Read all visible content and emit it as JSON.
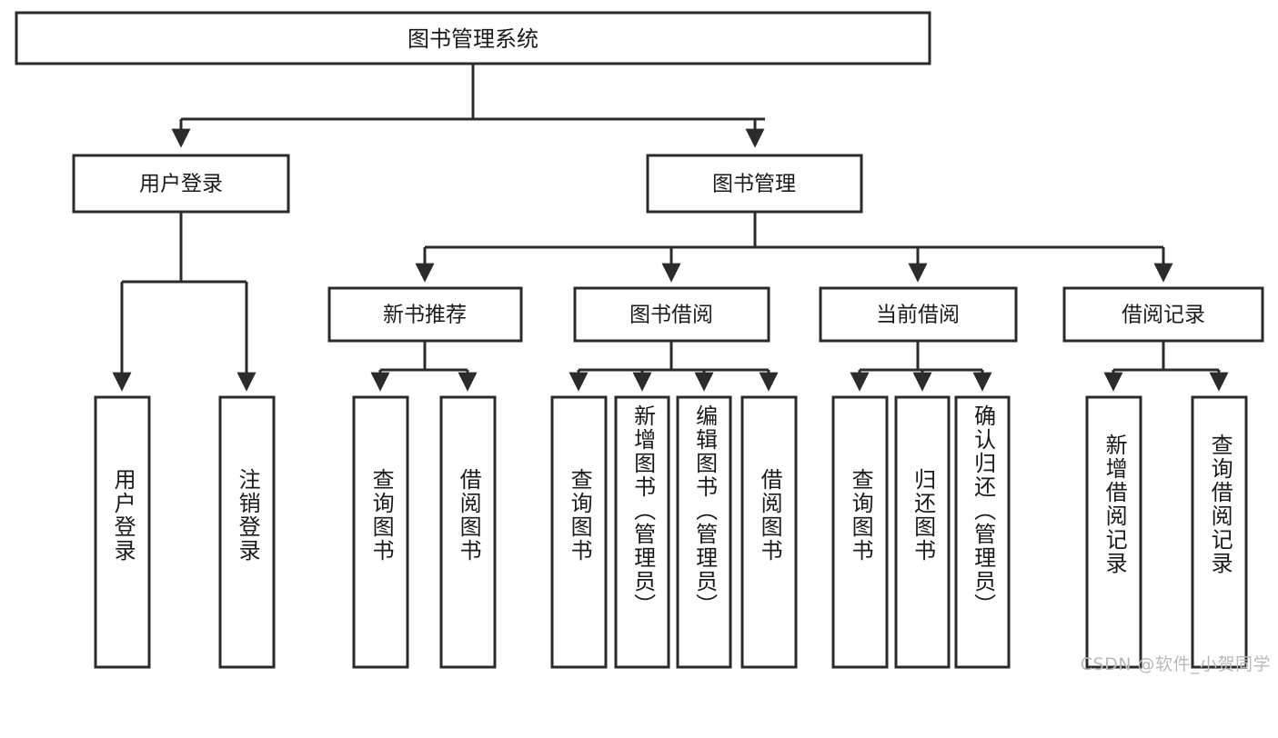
{
  "diagram": {
    "title": "图书管理系统",
    "type": "tree-hierarchy",
    "watermark": "CSDN @软件_小贺同学",
    "colors": {
      "stroke": "#2b2b2b",
      "fill": "#ffffff",
      "text": "#1a1a1a",
      "watermark": "#b9b9b9"
    },
    "levels": {
      "root": {
        "label": "图书管理系统"
      },
      "level2": [
        {
          "id": "user-login",
          "label": "用户登录"
        },
        {
          "id": "book-manage",
          "label": "图书管理"
        }
      ],
      "level3": [
        {
          "id": "new-book-rec",
          "label": "新书推荐",
          "parent": "book-manage"
        },
        {
          "id": "book-borrow",
          "label": "图书借阅",
          "parent": "book-manage"
        },
        {
          "id": "current-borrow",
          "label": "当前借阅",
          "parent": "book-manage"
        },
        {
          "id": "borrow-record",
          "label": "借阅记录",
          "parent": "book-manage"
        }
      ],
      "leaves": [
        {
          "id": "leaf-user-login",
          "label": "用户登录",
          "parent": "user-login"
        },
        {
          "id": "leaf-logout",
          "label": "注销登录",
          "parent": "user-login"
        },
        {
          "id": "leaf-query-book-1",
          "label": "查询图书",
          "parent": "new-book-rec"
        },
        {
          "id": "leaf-borrow-book-1",
          "label": "借阅图书",
          "parent": "new-book-rec"
        },
        {
          "id": "leaf-query-book-2",
          "label": "查询图书",
          "parent": "book-borrow"
        },
        {
          "id": "leaf-add-book",
          "label": "新增图书（管理员）",
          "parent": "book-borrow"
        },
        {
          "id": "leaf-edit-book",
          "label": "编辑图书（管理员）",
          "parent": "book-borrow"
        },
        {
          "id": "leaf-borrow-book-2",
          "label": "借阅图书",
          "parent": "book-borrow"
        },
        {
          "id": "leaf-query-book-3",
          "label": "查询图书",
          "parent": "current-borrow"
        },
        {
          "id": "leaf-return-book",
          "label": "归还图书",
          "parent": "current-borrow"
        },
        {
          "id": "leaf-confirm-return",
          "label": "确认归还（管理员）",
          "parent": "current-borrow"
        },
        {
          "id": "leaf-add-record",
          "label": "新增借阅记录",
          "parent": "borrow-record"
        },
        {
          "id": "leaf-query-record",
          "label": "查询借阅记录",
          "parent": "borrow-record"
        }
      ]
    }
  }
}
